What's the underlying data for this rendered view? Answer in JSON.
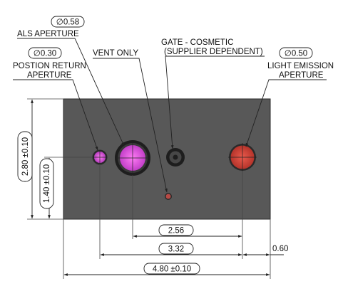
{
  "part": {
    "width_label": "4.80 ±0.10",
    "height_label": "2.80 ±0.10",
    "center_height_label": "1.40 ±0.10",
    "right_offset_label": "0.60",
    "span_short_label": "2.56",
    "span_long_label": "3.32",
    "body_color": "#5a5a5a"
  },
  "apertures": {
    "position_return": {
      "callout": "∅0.30",
      "line1": "POSTION RETURN",
      "line2": "APERTURE",
      "color": "#d34fd6"
    },
    "als": {
      "callout": "∅0.58",
      "line1": "ALS APERTURE",
      "color": "#e05ce8"
    },
    "vent": {
      "line1": "VENT ONLY"
    },
    "gate": {
      "line1": "GATE - COSMETIC",
      "line2": "(SUPPLIER DEPENDENT)"
    },
    "light_emission": {
      "callout": "∅0.50",
      "line1": "LIGHT EMISSION",
      "line2": "APERTURE",
      "color": "#d3453a"
    }
  }
}
